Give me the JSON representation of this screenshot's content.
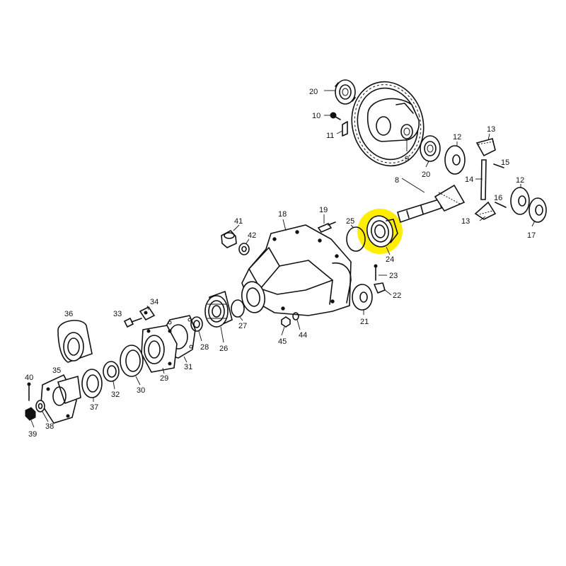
{
  "diagram": {
    "highlight_color": "#ffee00",
    "highlighted_part": "24",
    "callouts": {
      "p20a": "20",
      "p10": "10",
      "p11": "11",
      "p9": "9",
      "p8": "8",
      "p20b": "20",
      "p13a": "13",
      "p12a": "12",
      "p15": "15",
      "p14": "14",
      "p12b": "12",
      "p16": "16",
      "p13b": "13",
      "p17": "17",
      "p41": "41",
      "p42": "42",
      "p18": "18",
      "p19": "19",
      "p25": "25",
      "p24": "24",
      "p23": "23",
      "p22": "22",
      "p21": "21",
      "p27": "27",
      "p26": "26",
      "p28": "28",
      "p45": "45",
      "p44": "44",
      "p36": "36",
      "p33": "33",
      "p34": "34",
      "p31": "31",
      "p29": "29",
      "p30": "30",
      "p32": "32",
      "p35": "35",
      "p40": "40",
      "p37": "37",
      "p38": "38",
      "p39": "39"
    }
  }
}
